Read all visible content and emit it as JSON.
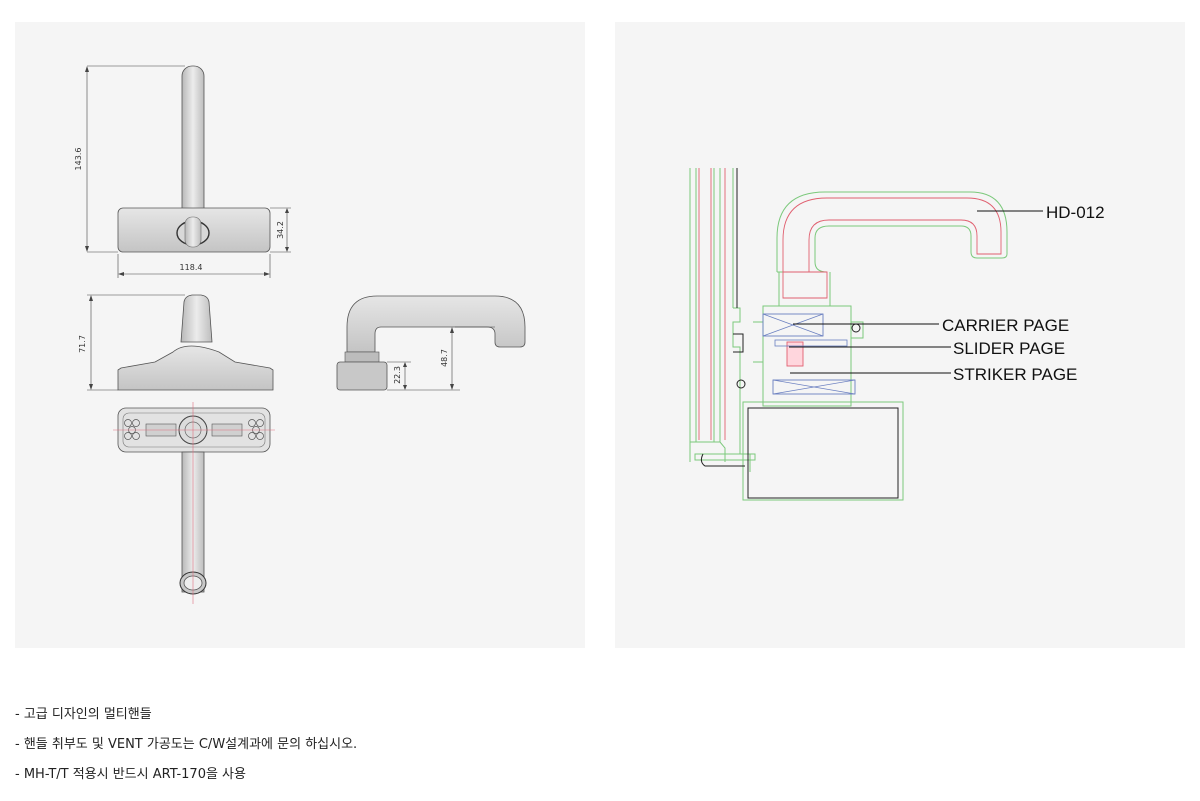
{
  "drawing_left": {
    "dimensions": {
      "handle_height": "143.6",
      "base_height": "34.2",
      "base_width": "118.4",
      "side_height": "71.7",
      "lever_base_height": "22.3",
      "lever_height": "48.7"
    }
  },
  "drawing_right": {
    "callouts": {
      "model": "HD-012",
      "carrier": "CARRIER PAGE",
      "slider": "SLIDER PAGE",
      "striker": "STRIKER PAGE"
    },
    "colors": {
      "green_outline": "#7cc97c",
      "red_line": "#e06070",
      "blue_hatch": "#6a7fc0"
    }
  },
  "notes": [
    "- 고급 디자인의 멀티핸들",
    "- 핸들 취부도 및 VENT 가공도는 C/W설계과에 문의 하십시오.",
    "- MH-T/T 적용시 반드시 ART-170을 사용"
  ]
}
